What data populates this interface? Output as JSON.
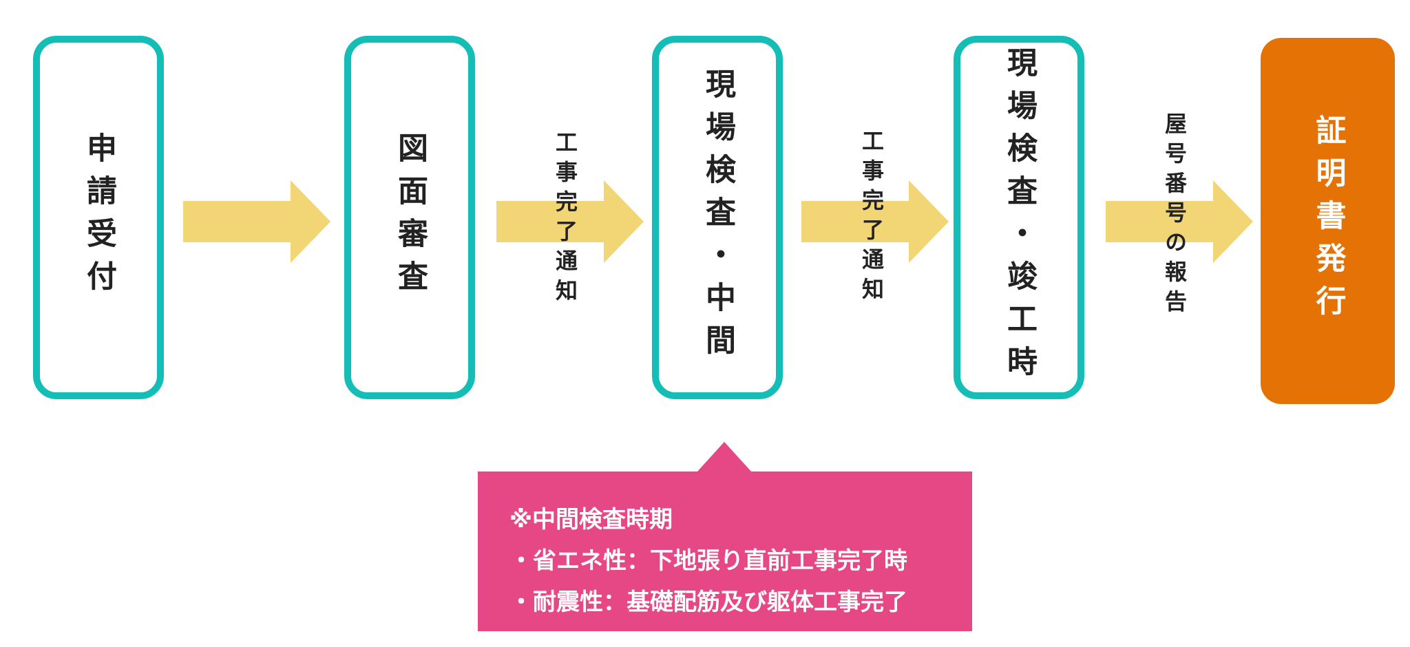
{
  "colors": {
    "step_border": "#14bdb6",
    "final_fill": "#e57205",
    "arrow_fill": "#f2d574",
    "callout_fill": "#e54885",
    "text_dark": "#222222",
    "text_light": "#ffffff"
  },
  "steps": [
    {
      "label": "申請受付"
    },
    {
      "label": "図面審査"
    },
    {
      "label": "現場検査・中間"
    },
    {
      "label": "現場検査・竣工時"
    },
    {
      "label": "証明書発行"
    }
  ],
  "arrows": [
    {
      "label": ""
    },
    {
      "label": "工事完了通知"
    },
    {
      "label": "工事完了通知"
    },
    {
      "label": "屋号番号の報告"
    }
  ],
  "callout": {
    "title": "※中間検査時期",
    "items": [
      "・省エネ性：下地張り直前工事完了時",
      "・耐震性：基礎配筋及び躯体工事完了"
    ]
  }
}
